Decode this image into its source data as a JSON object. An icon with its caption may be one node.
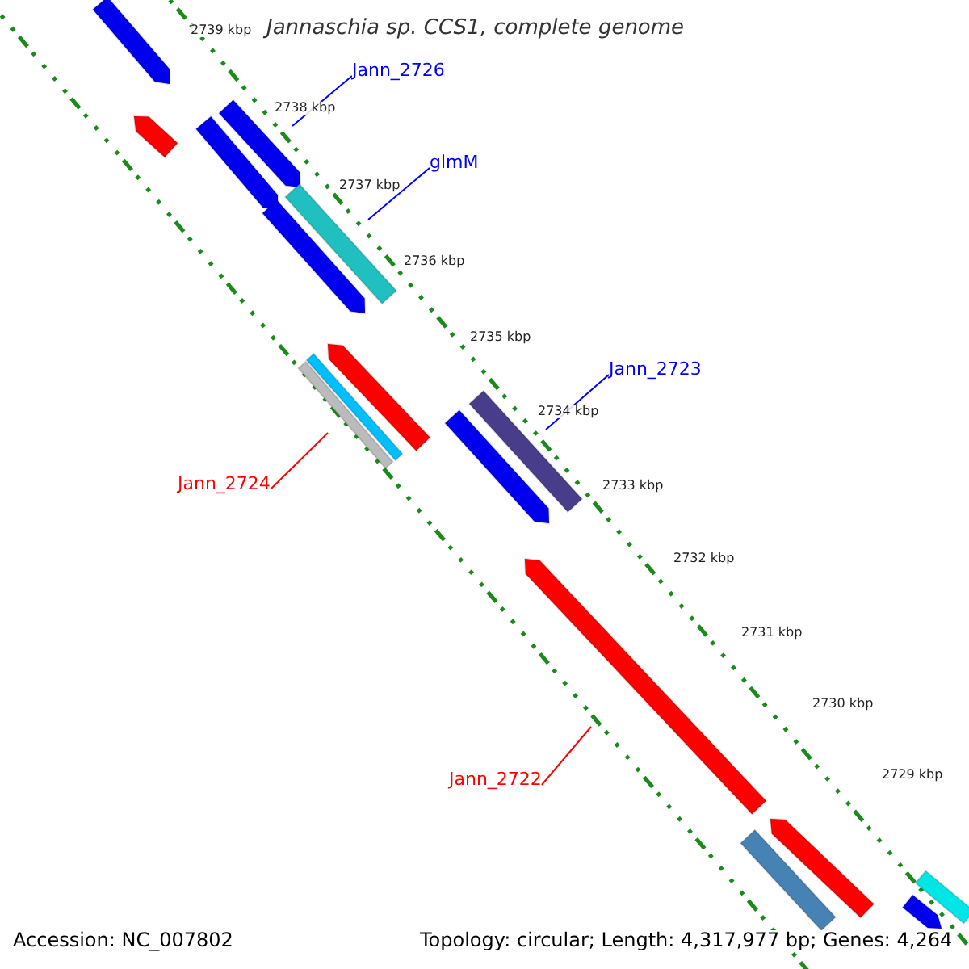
{
  "diagram": {
    "title": "Jannaschia sp. CCS1, complete genome",
    "nodes": [
      {
        "text": [
          "Jann_2726"
        ]
      },
      {
        "text": [
          "glmM"
        ]
      },
      {
        "text": [
          "Jann_2723"
        ]
      },
      {
        "text": [
          "Jann_2724"
        ]
      },
      {
        "text": [
          "Jann_2722"
        ]
      },
      {
        "text": [],
        "shape": "bar"
      },
      {
        "text": [],
        "shape": "bar"
      },
      {
        "text": [],
        "shape": "bar"
      },
      {
        "text": [],
        "shape": "bar"
      },
      {
        "text": [],
        "shape": "bar"
      },
      {
        "text": [],
        "shape": "bar"
      },
      {
        "text": [],
        "shape": "bar"
      },
      {
        "text": [],
        "shape": "bar"
      },
      {
        "text": [],
        "shape": "bar"
      },
      {
        "text": [],
        "shape": "bar"
      },
      {
        "text": [],
        "shape": "bar"
      },
      {
        "text": [],
        "shape": "bar"
      },
      {
        "text": [],
        "shape": "bar"
      },
      {
        "text": [],
        "shape": "bar"
      },
      {
        "text": [],
        "shape": "bar"
      },
      {
        "text": [],
        "shape": "bar"
      }
    ],
    "edges": [
      {
        "from": 0,
        "to": 6,
        "arrow": "none"
      },
      {
        "from": 1,
        "to": 9,
        "arrow": "none"
      },
      {
        "from": 2,
        "to": 14,
        "arrow": "none"
      },
      {
        "from": 3,
        "to": 13,
        "arrow": "none",
        "color": "#ff0000"
      },
      {
        "from": 4,
        "to": 16,
        "arrow": "none",
        "color": "#ff0000"
      }
    ],
    "labels": [
      "2739 kbp",
      "2738 kbp",
      "2737 kbp",
      "2736 kbp",
      "2735 kbp",
      "2734 kbp",
      "2733 kbp",
      "2732 kbp",
      "2731 kbp",
      "2730 kbp",
      "2729 kbp",
      "Accession: NC_007802",
      "Topology: circular; Length: 4,317,977 bp; Genes: 4,264"
    ]
  }
}
